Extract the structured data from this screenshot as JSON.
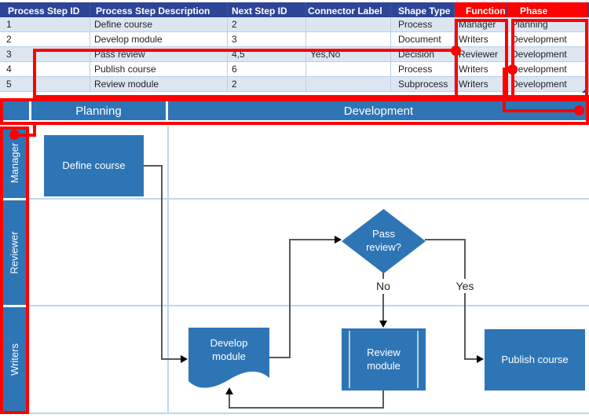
{
  "table": {
    "columns": [
      "Process Step ID",
      "Process Step Description",
      "Next Step ID",
      "Connector Label",
      "Shape Type",
      "Function",
      "Phase"
    ],
    "highlighted_columns": [
      "Function",
      "Phase"
    ],
    "rows": [
      [
        "1",
        "Define course",
        "2",
        "",
        "Process",
        "Manager",
        "Planning"
      ],
      [
        "2",
        "Develop module",
        "3",
        "",
        "Document",
        "Writers",
        "Development"
      ],
      [
        "3",
        "Pass review",
        "4,5",
        "Yes,No",
        "Decision",
        "Reviewer",
        "Development"
      ],
      [
        "4",
        "Publish course",
        "6",
        "",
        "Process",
        "Writers",
        "Development"
      ],
      [
        "5",
        "Review module",
        "2",
        "",
        "Subprocess",
        "Writers",
        "Development"
      ]
    ]
  },
  "diagram": {
    "phases": [
      "Planning",
      "Development"
    ],
    "lanes": [
      "Manager",
      "Reviewer",
      "Writers"
    ],
    "shapes": [
      {
        "label": "Define course",
        "type": "Process"
      },
      {
        "label": "Develop\nmodule",
        "type": "Document"
      },
      {
        "label": "Pass\nreview?",
        "type": "Decision"
      },
      {
        "label": "Review\nmodule",
        "type": "Subprocess"
      },
      {
        "label": "Publish course",
        "type": "Process"
      }
    ],
    "connector_labels": {
      "no": "No",
      "yes": "Yes"
    }
  },
  "colors": {
    "table_header": "#2E4497",
    "highlight_red": "#FF0000",
    "row_band": "#DCE6F1",
    "cell_border": "#B9CDE5",
    "shape_blue": "#2E75B6",
    "grid_light_blue": "#BDD7EE",
    "connector_gray": "#595959"
  }
}
